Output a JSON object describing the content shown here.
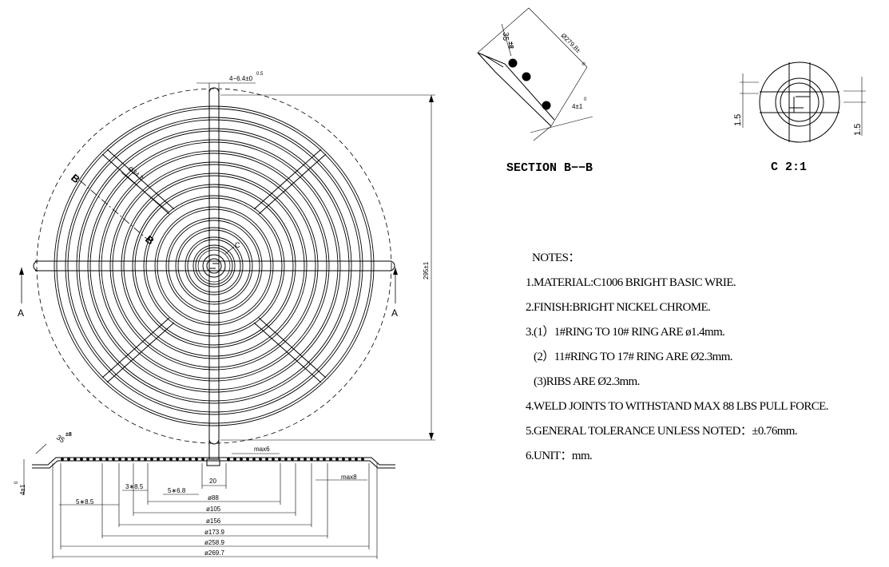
{
  "front_view": {
    "dims": {
      "top_slot": "4−6.4±0",
      "top_slot_tol": "0.5",
      "diameter_inner": "Ø34.2",
      "height": "295±1"
    },
    "labels": {
      "section_b_upper": "B",
      "section_b_lower": "B",
      "detail_c": "C",
      "section_a_left": "A",
      "section_a_right": "A"
    }
  },
  "side_view": {
    "dims": {
      "angle": "35",
      "angle_tol": "±8",
      "offset": "4±1",
      "offset_tol": "0",
      "max_top": "max6",
      "max_side": "max8",
      "seg1": "5∗8.5",
      "seg2": "3∗8.5",
      "seg3": "5∗6.8",
      "gap": "20",
      "d88": "ø88",
      "d105": "ø105",
      "d156": "ø156",
      "d173": "ø173.9",
      "d258": "ø258.9",
      "d269": "ø269.7"
    }
  },
  "section_bb": {
    "title": "SECTION B−−B",
    "angle": "35",
    "angle_tol": "±8",
    "diameter": "Ø279.8±",
    "diameter_tol": "0",
    "offset": "4±1",
    "offset_tol": "0"
  },
  "detail_c": {
    "title": "C   2:1",
    "dim_left": "1.5",
    "dim_right": "1.5"
  },
  "notes": {
    "heading": "NOTES：",
    "items": [
      "1.MATERIAL:C1006 BRIGHT BASIC WRIE.",
      "2.FINISH:BRIGHT NICKEL CHROME.",
      "3.(1）1#RING TO 10# RING ARE ø1.4mm.",
      "  (2）11#RING TO 17# RING ARE Ø2.3mm.",
      "  (3)RIBS ARE Ø2.3mm.",
      "4.WELD JOINTS TO WITHSTAND MAX 88 LBS PULL FORCE.",
      "5.GENERAL TOLERANCE UNLESS NOTED：±0.76mm.",
      "6.UNIT：mm."
    ]
  }
}
